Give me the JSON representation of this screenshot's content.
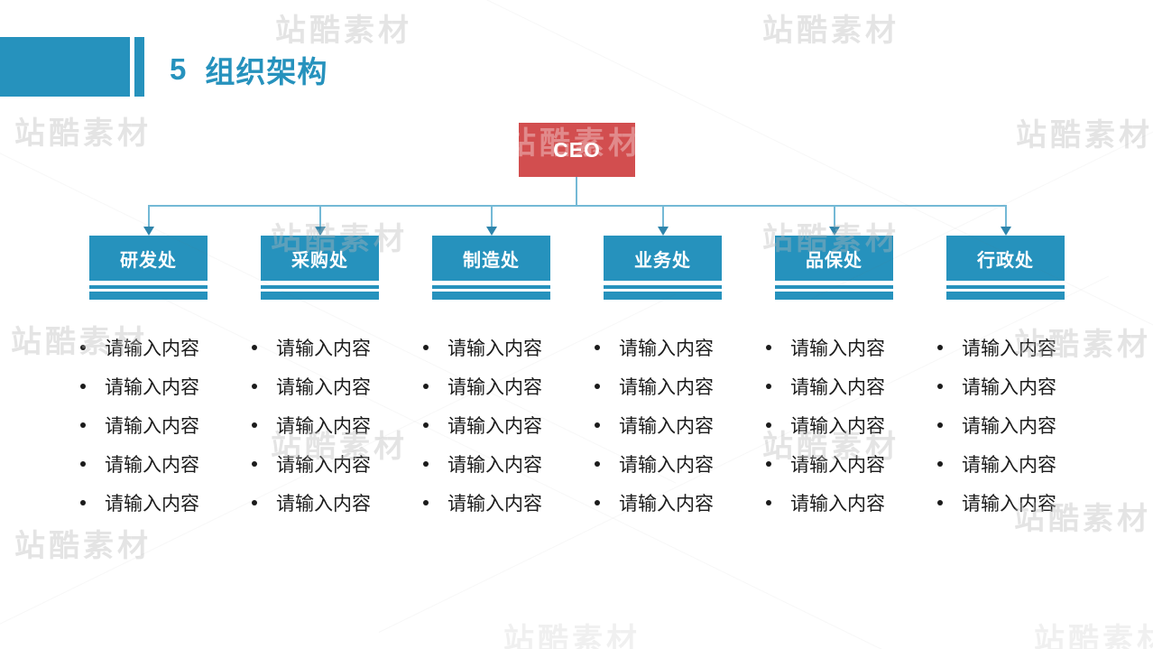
{
  "slide": {
    "header": {
      "section_number": "5",
      "section_title": "组织架构"
    },
    "org_chart": {
      "root": {
        "label": "CEO"
      },
      "departments": [
        {
          "label": "研发处",
          "bullets": [
            "请输入内容",
            "请输入内容",
            "请输入内容",
            "请输入内容",
            "请输入内容"
          ]
        },
        {
          "label": "采购处",
          "bullets": [
            "请输入内容",
            "请输入内容",
            "请输入内容",
            "请输入内容",
            "请输入内容"
          ]
        },
        {
          "label": "制造处",
          "bullets": [
            "请输入内容",
            "请输入内容",
            "请输入内容",
            "请输入内容",
            "请输入内容"
          ]
        },
        {
          "label": "业务处",
          "bullets": [
            "请输入内容",
            "请输入内容",
            "请输入内容",
            "请输入内容",
            "请输入内容"
          ]
        },
        {
          "label": "品保处",
          "bullets": [
            "请输入内容",
            "请输入内容",
            "请输入内容",
            "请输入内容",
            "请输入内容"
          ]
        },
        {
          "label": "行政处",
          "bullets": [
            "请输入内容",
            "请输入内容",
            "请输入内容",
            "请输入内容",
            "请输入内容"
          ]
        }
      ]
    },
    "watermark": {
      "text": "站酷素材"
    },
    "colors": {
      "accent_blue": "#2692BD",
      "ceo_red": "#D24E4F",
      "connector": "#74B9D6",
      "arrowhead": "#2E85AC",
      "body_text": "#1B1B1B"
    }
  }
}
